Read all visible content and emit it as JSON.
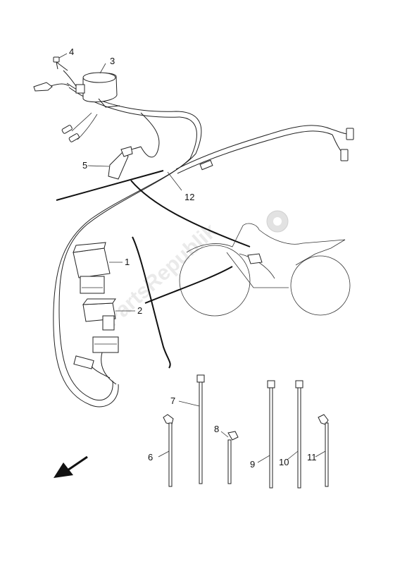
{
  "watermark": {
    "text": "PartsRepublik"
  },
  "callouts": {
    "c1": "1",
    "c2": "2",
    "c3": "3",
    "c4": "4",
    "c5": "5",
    "c6": "6",
    "c7": "7",
    "c8": "8",
    "c9": "9",
    "c10": "10",
    "c11": "11",
    "c12": "12"
  },
  "icons": {
    "gear": "gear-icon",
    "direction_arrow": "arrow-down-left-icon"
  }
}
